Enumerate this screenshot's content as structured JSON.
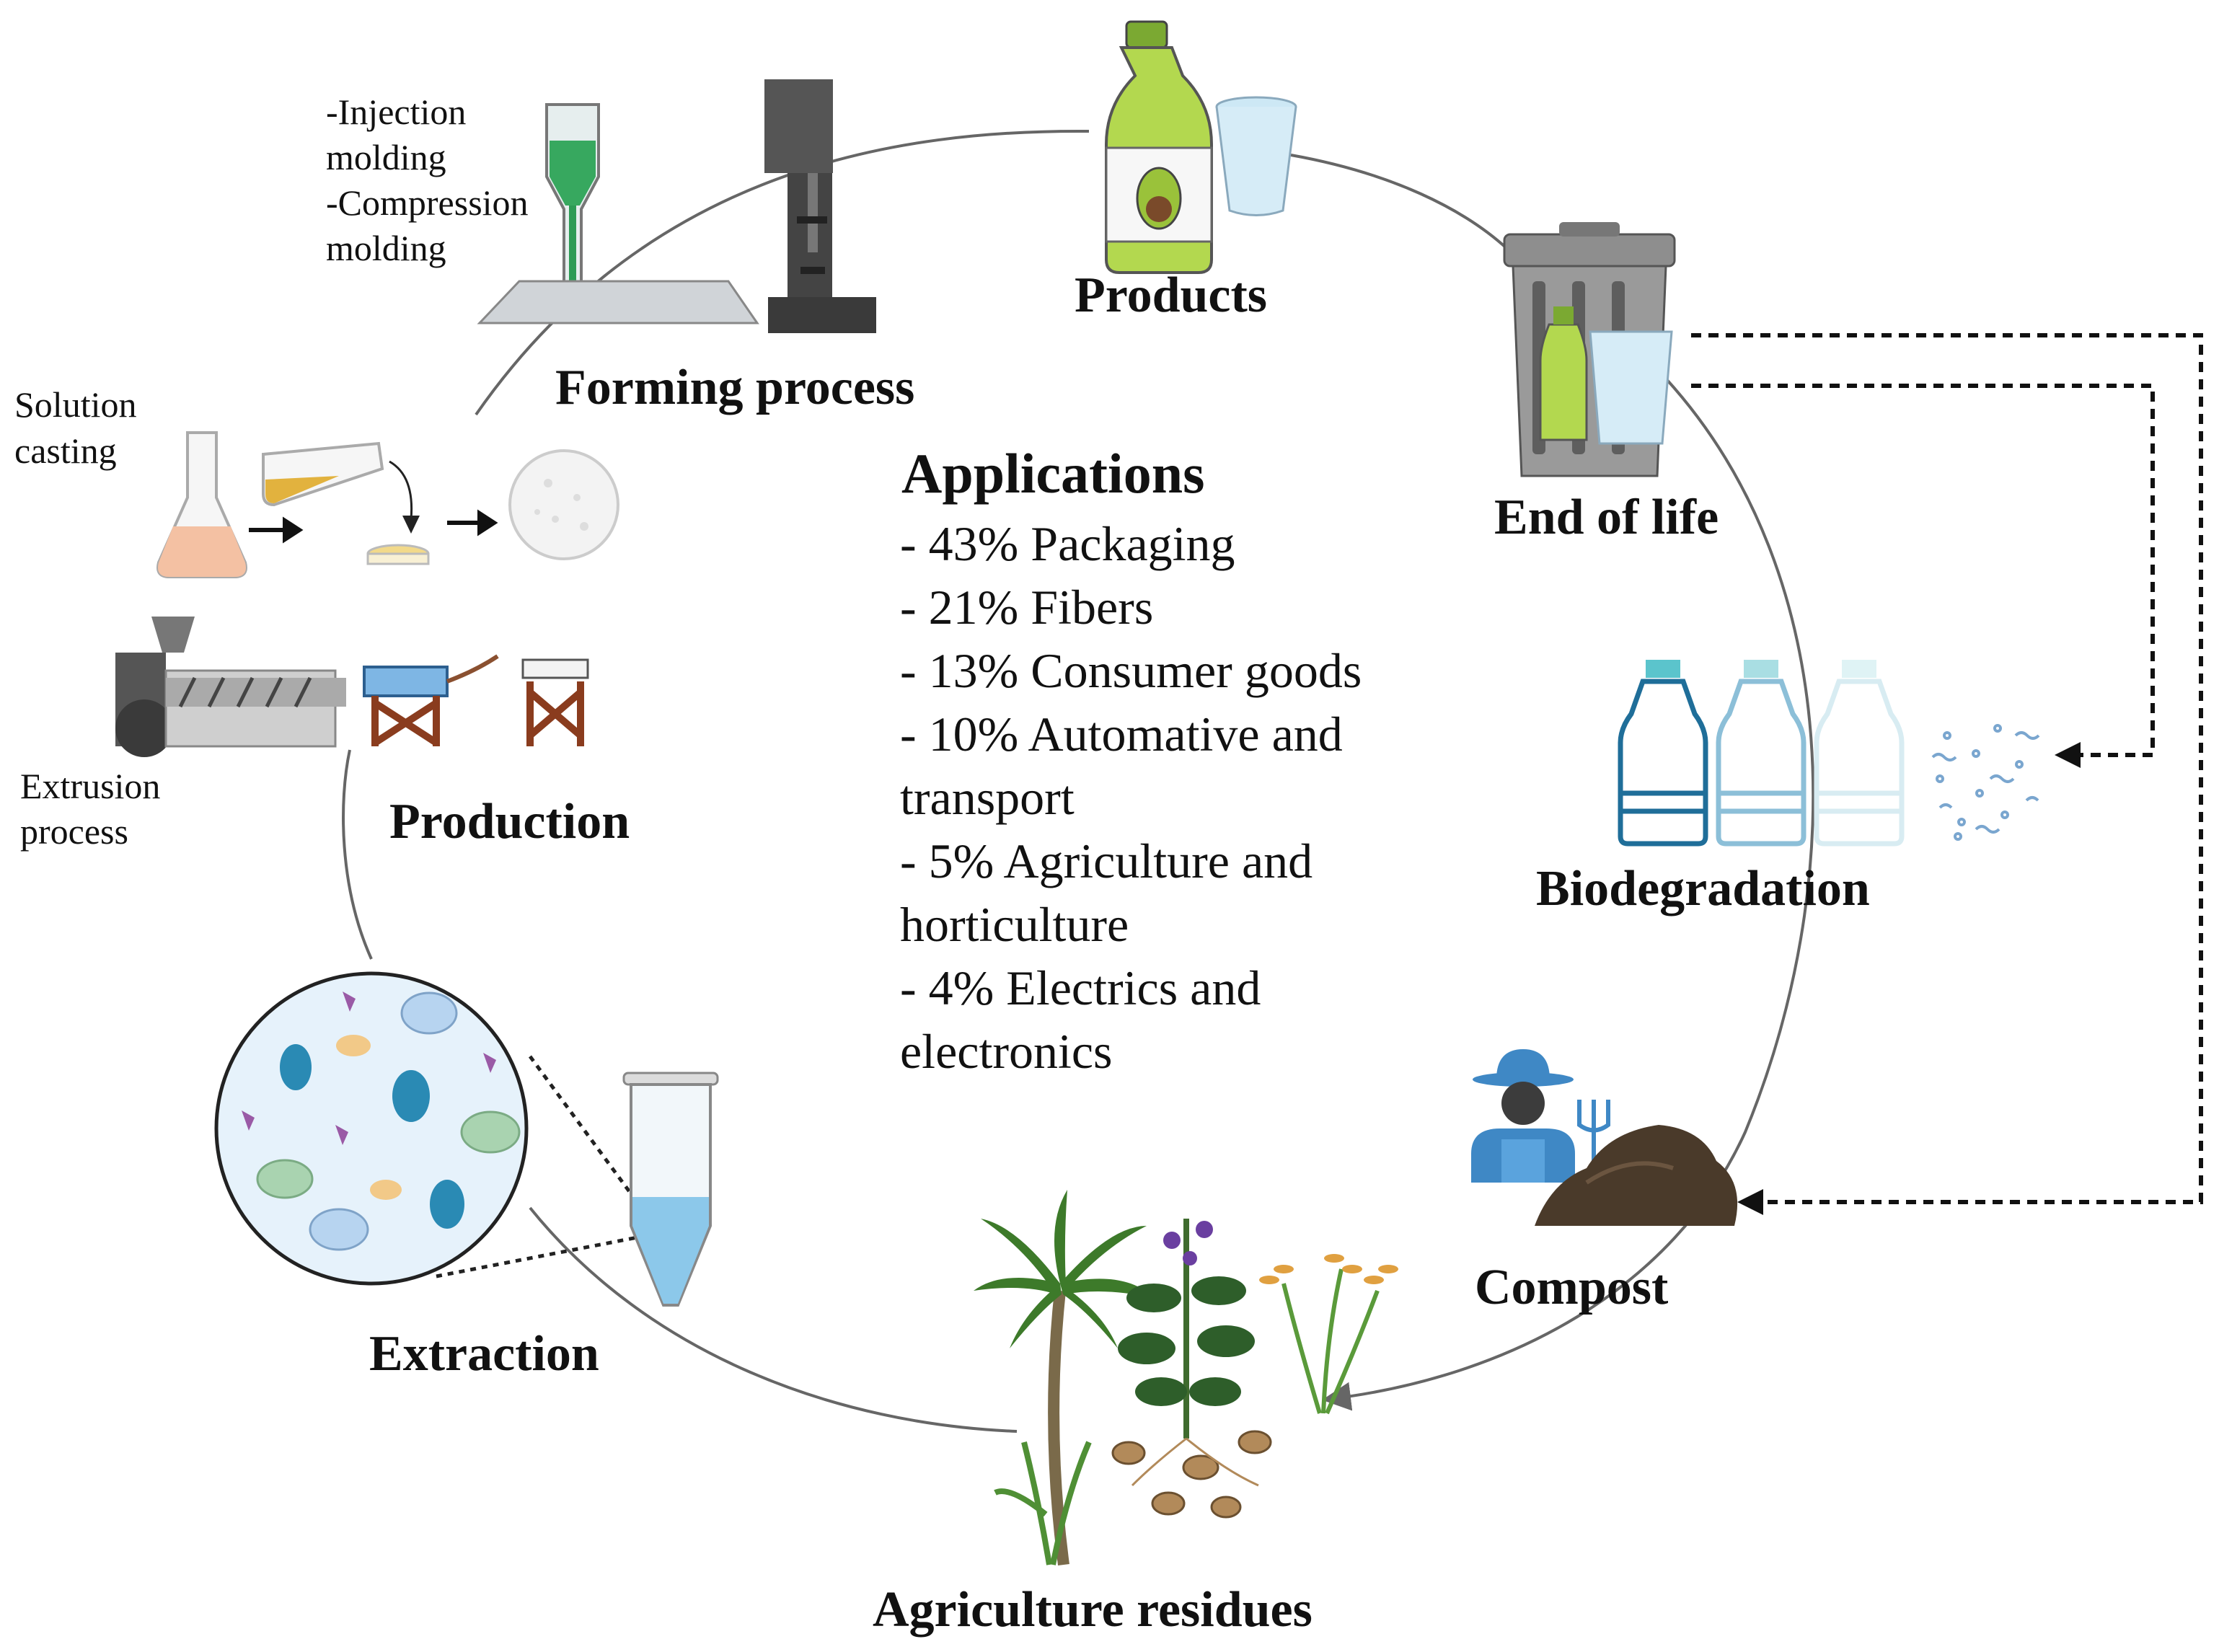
{
  "stages": {
    "forming_process": "Forming process",
    "products": "Products",
    "end_of_life": "End of life",
    "biodegradation": "Biodegradation",
    "compost": "Compost",
    "agriculture_residues": "Agriculture residues",
    "extraction": "Extraction",
    "production": "Production"
  },
  "forming_methods": [
    "-Injection",
    "molding",
    "-Compression",
    "molding"
  ],
  "production_methods": {
    "solution_casting": [
      "Solution",
      "casting"
    ],
    "extrusion": [
      "Extrusion",
      "process"
    ]
  },
  "applications": {
    "title": "Applications",
    "lines": [
      "- 43% Packaging",
      "- 21% Fibers",
      "- 13% Consumer goods",
      "- 10% Automative and",
      "transport",
      "- 5% Agriculture and",
      "horticulture",
      "- 4% Electrics and",
      "electronics"
    ]
  },
  "icons": [
    "injection-molding-nozzle-icon",
    "press-machine-icon",
    "bottle-icon",
    "cup-icon",
    "trash-bin-icon",
    "degrading-bottles-icon",
    "microparticles-icon",
    "farmer-icon",
    "compost-pile-icon",
    "palm-tree-icon",
    "potato-plant-icon",
    "rice-plant-icon",
    "sugarcane-icon",
    "microscope-view-icon",
    "test-tube-icon",
    "flask-icon",
    "beaker-pour-icon",
    "petri-dish-icon",
    "film-disc-icon",
    "extruder-icon"
  ],
  "colors": {
    "cycle": "#666666",
    "bottle_green": "#a6cd3f",
    "water_blue": "#9ecde8",
    "bin_gray": "#8a8a8a",
    "soil": "#4a3a2a",
    "farmer_blue": "#3f88c5"
  }
}
